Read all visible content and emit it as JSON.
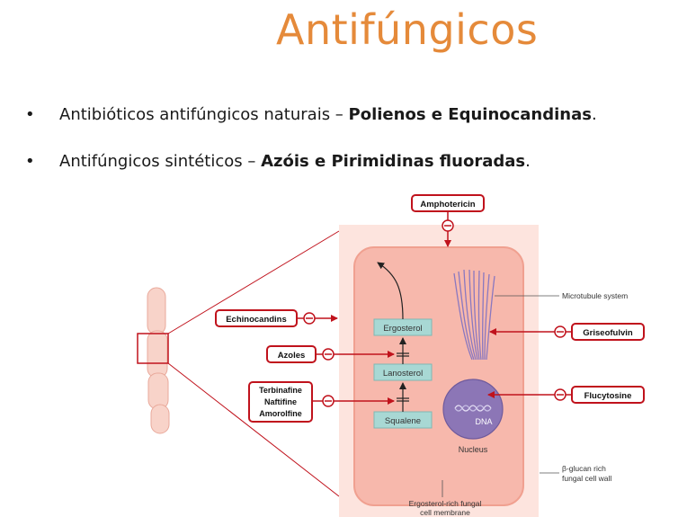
{
  "slide": {
    "title": "Antifúngicos",
    "bullets": [
      {
        "marker": "•",
        "prefix": "Antibióticos antifúngicos naturais – ",
        "bold": "Polienos e Equinocandinas",
        "suffix": "."
      },
      {
        "marker": "•",
        "prefix": "Antifúngicos sintéticos – ",
        "bold": "Azóis e Pirimidinas fluoradas",
        "suffix": "."
      }
    ]
  },
  "figure": {
    "drugs": {
      "amphotericin": "Amphotericin",
      "echinocandins": "Echinocandins",
      "azoles": "Azoles",
      "allylamines": [
        "Terbinafine",
        "Naftifine",
        "Amorolfine"
      ],
      "griseofulvin": "Griseofulvin",
      "flucytosine": "Flucytosine"
    },
    "pathway": {
      "ergosterol": "Ergosterol",
      "lanosterol": "Lanosterol",
      "squalene": "Squalene"
    },
    "labels": {
      "microtubule": "Microtubule system",
      "dna": "DNA",
      "nucleus": "Nucleus",
      "cell_wall": [
        "β-glucan rich",
        "fungal cell wall"
      ],
      "membrane": [
        "Ergosterol-rich fungal",
        "cell membrane"
      ]
    },
    "inhibit_symbol": "−",
    "colors": {
      "drug_border": "#c0121c",
      "arrow": "#c0121c",
      "cell_fill": "#f5b7ae",
      "cell_wall": "#fbdcd5",
      "nucleus": "#8c76b6",
      "pathway_box": "#a8d8d4"
    }
  }
}
